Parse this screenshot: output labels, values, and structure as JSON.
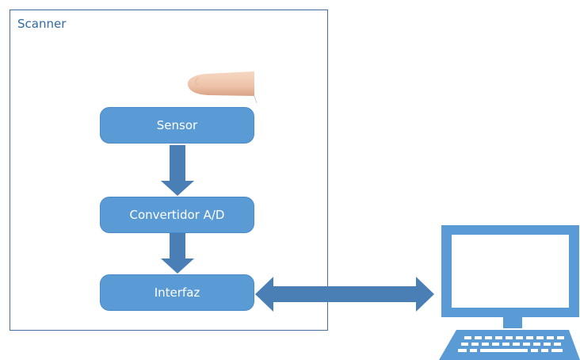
{
  "diagram": {
    "scanner_label": "Scanner",
    "blocks": [
      {
        "label": "Sensor"
      },
      {
        "label": "Convertidor A/D"
      },
      {
        "label": "Interfaz"
      }
    ],
    "icons": {
      "finger": "finger-icon",
      "computer": "laptop-computer-icon"
    },
    "colors": {
      "block_fill": "#5b9bd5",
      "arrow_fill": "#4a7fb5",
      "frame_border": "#41719c",
      "label_text": "#2e6aa3",
      "computer_fill": "#5b9bd5"
    }
  }
}
